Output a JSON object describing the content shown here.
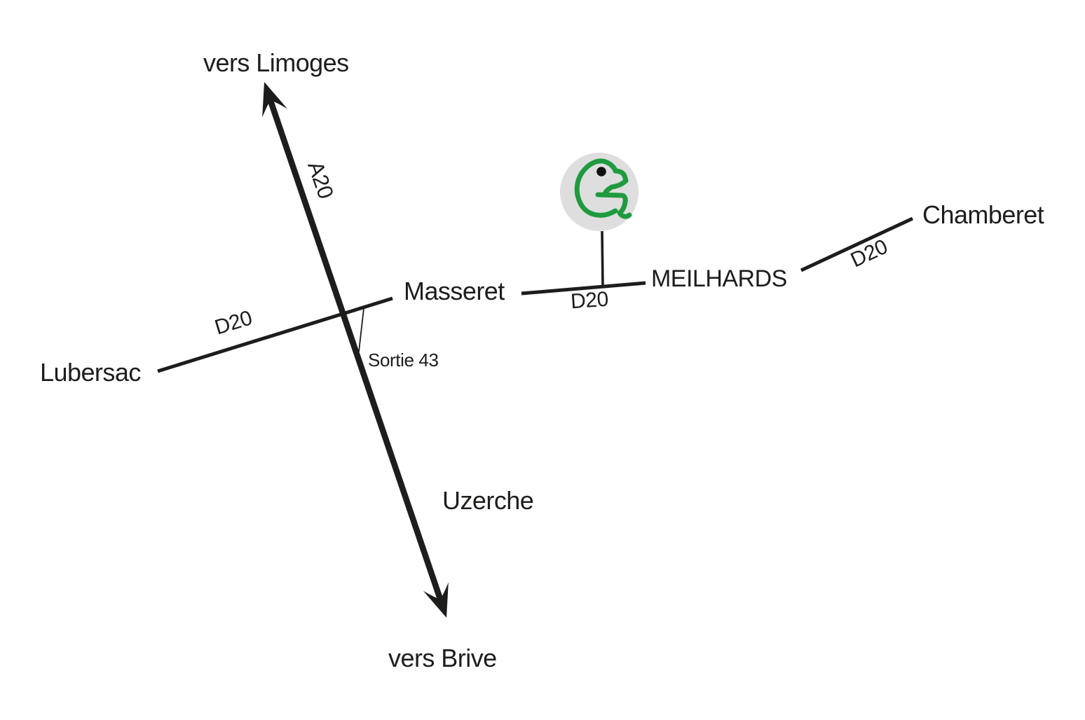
{
  "colors": {
    "ink": "#1d1d1b",
    "background": "#ffffff",
    "logo_circle_fill": "#dedede",
    "logo_green": "#1f9a3f",
    "logo_eye": "#111111"
  },
  "destinations": {
    "north": "vers Limoges",
    "south": "vers Brive"
  },
  "towns": {
    "lubersac": "Lubersac",
    "masseret": "Masseret",
    "meilhards": "MEILHARDS",
    "chamberet": "Chamberet",
    "uzerche": "Uzerche"
  },
  "roads": {
    "motorway": "A20",
    "d20_west": "D20",
    "d20_middle": "D20",
    "d20_east": "D20"
  },
  "exit": {
    "label": "Sortie 43"
  },
  "logo": {
    "icon": "frog-icon"
  }
}
